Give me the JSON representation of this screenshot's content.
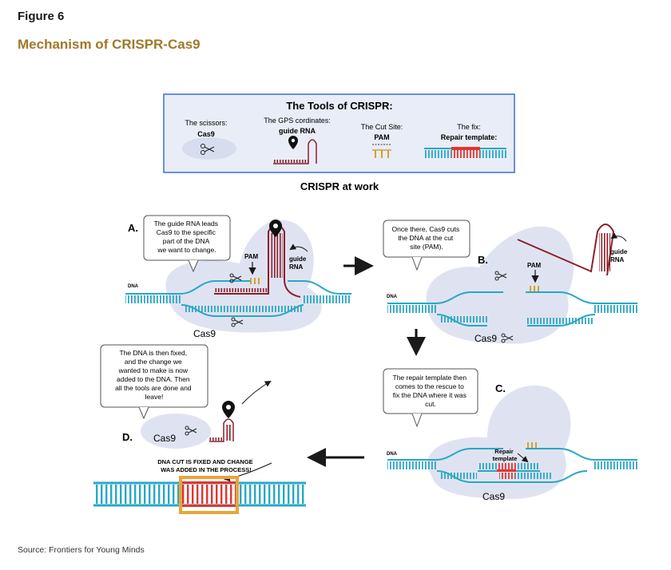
{
  "figure": {
    "label": "Figure 6",
    "title": "Mechanism of CRISPR-Cas9",
    "source": "Source: Frontiers for Young Minds"
  },
  "tools": {
    "heading": "The Tools of CRISPR:",
    "scissors_label": "The scissors:",
    "scissors_name": "Cas9",
    "gps_label": "The GPS cordinates:",
    "gps_name": "guide RNA",
    "cut_label": "The Cut Site:",
    "cut_name": "PAM",
    "fix_label": "The fix:",
    "fix_name": "Repair  template:"
  },
  "work_heading": "CRISPR at work",
  "panel_a": {
    "letter": "A.",
    "bubble": [
      "The guide RNA leads",
      "Cas9 to the specific",
      "part of the DNA",
      "we want to change."
    ],
    "pam": "PAM",
    "guide": [
      "guide",
      "RNA"
    ],
    "dna": "DNA",
    "cas9": "Cas9"
  },
  "panel_b": {
    "letter": "B.",
    "bubble": [
      "Once there, Cas9 cuts",
      "the DNA at the cut",
      "site (PAM)."
    ],
    "pam": "PAM",
    "guide": [
      "guide",
      "RNA"
    ],
    "dna": "DNA",
    "cas9": "Cas9"
  },
  "panel_c": {
    "letter": "C.",
    "bubble": [
      "The repair template then",
      "comes to the rescue to",
      "fix the DNA where it was",
      "cut."
    ],
    "repair": [
      "Repair",
      "template"
    ],
    "dna": "DNA",
    "cas9": "Cas9"
  },
  "panel_d": {
    "letter": "D.",
    "bubble": [
      "The DNA is then fixed,",
      "and the change we",
      "wanted to make is now",
      "added to the DNA. Then",
      "all the tools are done and",
      "leave!"
    ],
    "cas9": "Cas9",
    "fixed": [
      "DNA CUT IS FIXED AND CHANGE",
      "WAS ADDED IN THE PROCESS!"
    ]
  },
  "colors": {
    "dna": "#2aa7c4",
    "repair": "#e2352f",
    "guide": "#8b1f2a",
    "pam": "#d4a12a",
    "blob": "#dfe3f1",
    "box_border": "#3a6fd8",
    "box_fill": "#e9edf8",
    "title": "#a0782a",
    "highlight": "#e9a53a"
  }
}
